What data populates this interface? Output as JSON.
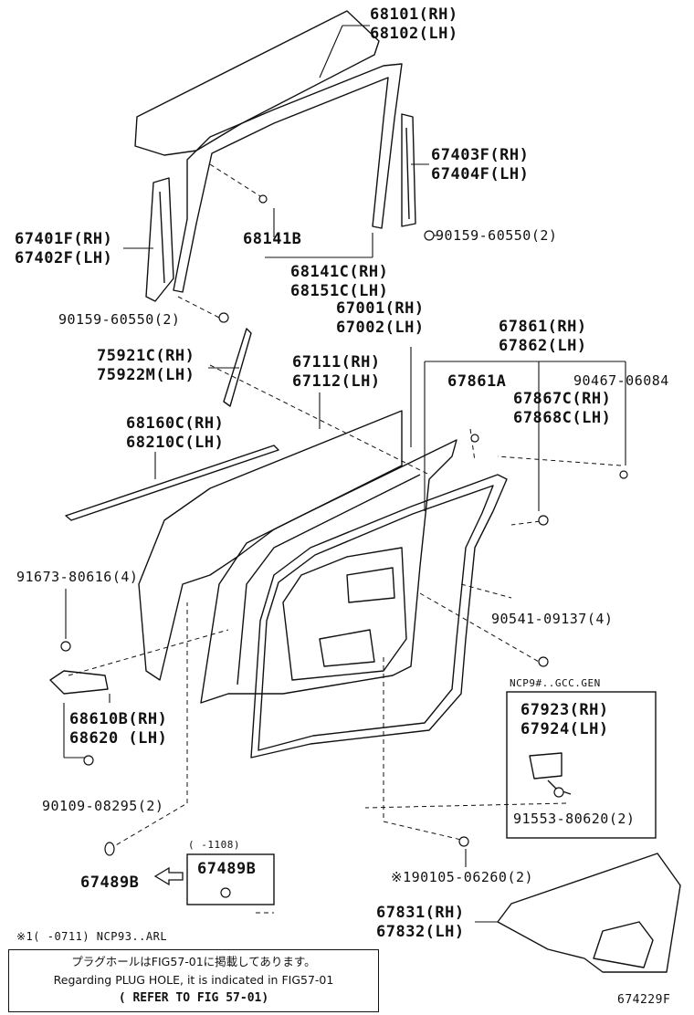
{
  "labels": {
    "p68101": [
      "68101(RH)",
      "68102(LH)"
    ],
    "p67403F": [
      "67403F(RH)",
      "67404F(LH)"
    ],
    "p67401F": [
      "67401F(RH)",
      "67402F(LH)"
    ],
    "p68141B": "68141B",
    "p90159_a": "90159-60550(2)",
    "p68141C": [
      "68141C(RH)",
      "68151C(LH)"
    ],
    "p90159_b": "90159-60550(2)",
    "p67001": [
      "67001(RH)",
      "67002(LH)"
    ],
    "p67861": [
      "67861(RH)",
      "67862(LH)"
    ],
    "p75921C": [
      "75921C(RH)",
      "75922M(LH)"
    ],
    "p67111": [
      "67111(RH)",
      "67112(LH)"
    ],
    "p67861A": "67861A",
    "p90467": "90467-06084",
    "p67867C": [
      "67867C(RH)",
      "67868C(LH)"
    ],
    "p68160C": [
      "68160C(RH)",
      "68210C(LH)"
    ],
    "p91673": "91673-80616(4)",
    "p90541": "90541-09137(4)",
    "ncp_note": "NCP9#..GCC.GEN",
    "p67923": [
      "67923(RH)",
      "67924(LH)"
    ],
    "p68610B": [
      "68610B(RH)",
      "68620  (LH)"
    ],
    "p90109": "90109-08295(2)",
    "p91553": "91553-80620(2)",
    "range_1108": "(    -1108)",
    "p67489B_box": "67489B",
    "p67489B": "67489B",
    "p90105": "※190105-06260(2)",
    "p67831": [
      "67831(RH)",
      "67832(LH)"
    ],
    "foot_note": "※1(      -0711) NCP93..ARL",
    "fig_id": "674229F"
  },
  "note_box": {
    "line_jp": "プラグホールはFIG57-01に掲載してあります。",
    "line_en": "Regarding PLUG HOLE, it is indicated in FIG57-01",
    "line_ref": "( REFER TO FIG 57-01)"
  }
}
